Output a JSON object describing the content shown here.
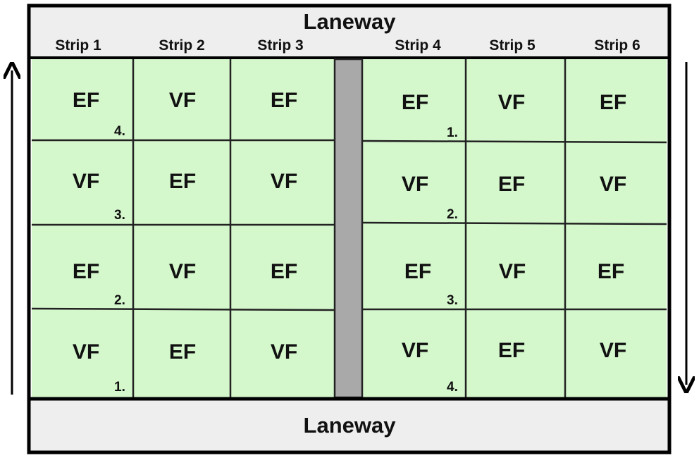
{
  "laneway_top": "Laneway",
  "laneway_bottom": "Laneway",
  "strips": [
    "Strip 1",
    "Strip 2",
    "Strip 3",
    "Strip 4",
    "Strip 5",
    "Strip 6"
  ],
  "plots": [
    [
      "EF",
      "VF",
      "EF",
      "EF",
      "VF",
      "EF"
    ],
    [
      "VF",
      "EF",
      "VF",
      "VF",
      "EF",
      "VF"
    ],
    [
      "EF",
      "VF",
      "EF",
      "EF",
      "VF",
      "EF"
    ],
    [
      "VF",
      "EF",
      "VF",
      "VF",
      "EF",
      "VF"
    ]
  ],
  "replicates_left": [
    "4.",
    "3.",
    "2.",
    "1."
  ],
  "replicates_right": [
    "1.",
    "2.",
    "3.",
    "4."
  ],
  "colors": {
    "plot_fill": "#d4f7cc",
    "laneway_fill": "#eeeeee",
    "center_path": "#a9a9a9",
    "border": "#000000"
  },
  "arrows": {
    "left": "up",
    "right": "down"
  }
}
